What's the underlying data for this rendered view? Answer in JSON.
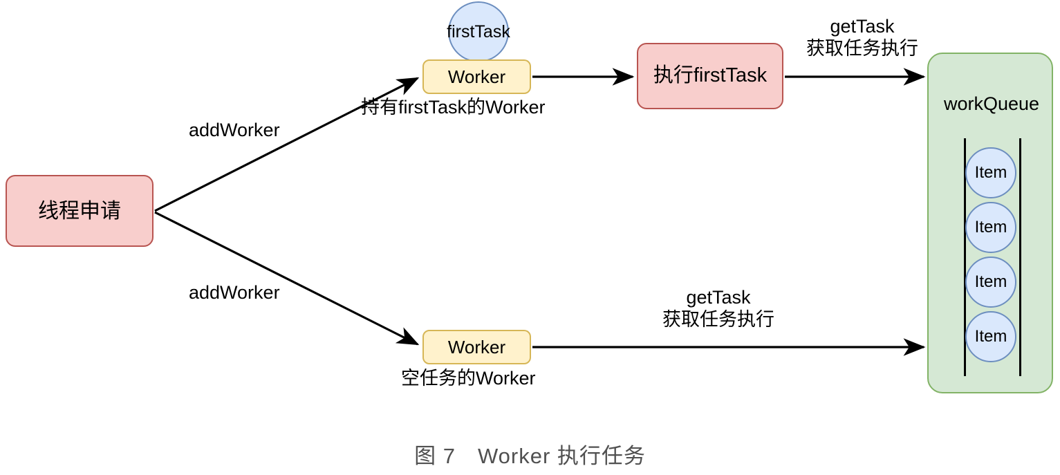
{
  "diagram": {
    "caption": "图 7　Worker 执行任务",
    "nodes": {
      "thread_apply": {
        "label": "线程申请",
        "fill": "#f8cecc",
        "stroke": "#b85450"
      },
      "worker_top": {
        "label": "Worker",
        "fill": "#fff2cc",
        "stroke": "#d6b656"
      },
      "worker_bottom": {
        "label": "Worker",
        "fill": "#fff2cc",
        "stroke": "#d6b656"
      },
      "exec_firsttask": {
        "label": "执行firstTask",
        "fill": "#f8cecc",
        "stroke": "#b85450"
      },
      "first_task_circle": {
        "label": "firstTask",
        "fill": "#dae8fc",
        "stroke": "#6c8ebf"
      },
      "work_queue": {
        "label": "workQueue",
        "fill": "#d5e8d4",
        "stroke": "#82b366"
      }
    },
    "queue_items": [
      {
        "label": "Item"
      },
      {
        "label": "Item"
      },
      {
        "label": "Item"
      },
      {
        "label": "Item"
      }
    ],
    "edge_labels": {
      "add_worker_top": "addWorker",
      "add_worker_bottom": "addWorker",
      "hold_firsttask_worker": "持有firstTask的Worker",
      "empty_task_worker": "空任务的Worker",
      "get_task_top_line1": "getTask",
      "get_task_top_line2": "获取任务执行",
      "get_task_bottom_line1": "getTask",
      "get_task_bottom_line2": "获取任务执行"
    },
    "colors": {
      "edge": "#000000",
      "caption": "#505050",
      "background": "#ffffff"
    }
  }
}
